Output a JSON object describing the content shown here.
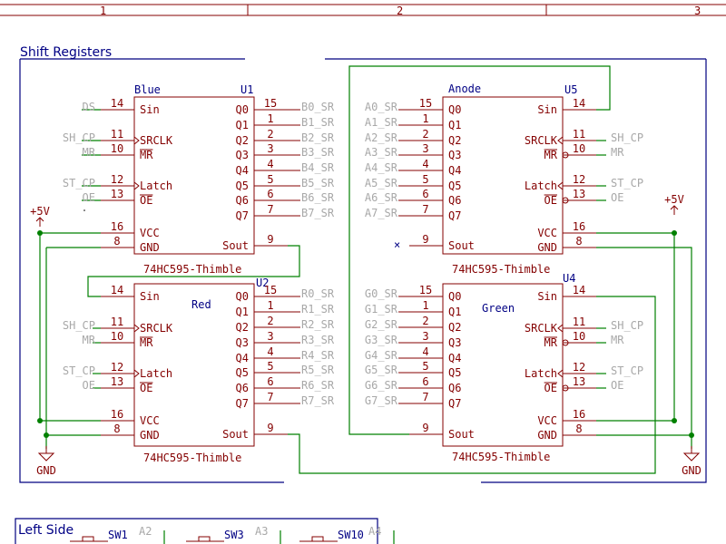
{
  "border": {
    "columns": [
      "1",
      "2",
      "3"
    ]
  },
  "sheet_title": "Shift Registers",
  "lower_sheet_title": "Left Side",
  "power": {
    "vcc": "+5V",
    "gnd": "GND"
  },
  "chips": {
    "U1": {
      "ref": "U1",
      "name": "Blue",
      "value": "74HC595-Thimble",
      "left_pins": [
        {
          "num": "14",
          "label": "Sin"
        },
        {
          "num": "11",
          "label": "SRCLK"
        },
        {
          "num": "10",
          "label": "MR"
        },
        {
          "num": "12",
          "label": "Latch"
        },
        {
          "num": "13",
          "label": "OE"
        },
        {
          "num": "16",
          "label": "VCC"
        },
        {
          "num": "8",
          "label": "GND"
        }
      ],
      "right_pins": [
        {
          "num": "15",
          "label": "Q0"
        },
        {
          "num": "1",
          "label": "Q1"
        },
        {
          "num": "2",
          "label": "Q2"
        },
        {
          "num": "3",
          "label": "Q3"
        },
        {
          "num": "4",
          "label": "Q4"
        },
        {
          "num": "5",
          "label": "Q5"
        },
        {
          "num": "6",
          "label": "Q6"
        },
        {
          "num": "7",
          "label": "Q7"
        },
        {
          "num": "9",
          "label": "Sout"
        }
      ],
      "input_labels": [
        "DS",
        "SH_CP",
        "MR",
        "ST_CP",
        "OE"
      ],
      "output_labels": [
        "B0_SR",
        "B1_SR",
        "B2_SR",
        "B3_SR",
        "B4_SR",
        "B5_SR",
        "B6_SR",
        "B7_SR"
      ]
    },
    "U2": {
      "ref": "U2",
      "name": "Red",
      "value": "74HC595-Thimble",
      "left_pins": [
        {
          "num": "14",
          "label": "Sin"
        },
        {
          "num": "11",
          "label": "SRCLK"
        },
        {
          "num": "10",
          "label": "MR"
        },
        {
          "num": "12",
          "label": "Latch"
        },
        {
          "num": "13",
          "label": "OE"
        },
        {
          "num": "16",
          "label": "VCC"
        },
        {
          "num": "8",
          "label": "GND"
        }
      ],
      "right_pins": [
        {
          "num": "15",
          "label": "Q0"
        },
        {
          "num": "1",
          "label": "Q1"
        },
        {
          "num": "2",
          "label": "Q2"
        },
        {
          "num": "3",
          "label": "Q3"
        },
        {
          "num": "4",
          "label": "Q4"
        },
        {
          "num": "5",
          "label": "Q5"
        },
        {
          "num": "6",
          "label": "Q6"
        },
        {
          "num": "7",
          "label": "Q7"
        },
        {
          "num": "9",
          "label": "Sout"
        }
      ],
      "input_labels": [
        "SH_CP",
        "MR",
        "ST_CP",
        "OE"
      ],
      "output_labels": [
        "R0_SR",
        "R1_SR",
        "R2_SR",
        "R3_SR",
        "R4_SR",
        "R5_SR",
        "R6_SR",
        "R7_SR"
      ]
    },
    "U5": {
      "ref": "U5",
      "name": "Anode",
      "value": "74HC595-Thimble",
      "left_pins": [
        {
          "num": "15",
          "label": "Q0"
        },
        {
          "num": "1",
          "label": "Q1"
        },
        {
          "num": "2",
          "label": "Q2"
        },
        {
          "num": "3",
          "label": "Q3"
        },
        {
          "num": "4",
          "label": "Q4"
        },
        {
          "num": "5",
          "label": "Q5"
        },
        {
          "num": "6",
          "label": "Q6"
        },
        {
          "num": "7",
          "label": "Q7"
        },
        {
          "num": "9",
          "label": "Sout"
        }
      ],
      "right_pins": [
        {
          "num": "14",
          "label": "Sin"
        },
        {
          "num": "11",
          "label": "SRCLK"
        },
        {
          "num": "10",
          "label": "MR"
        },
        {
          "num": "12",
          "label": "Latch"
        },
        {
          "num": "13",
          "label": "OE"
        },
        {
          "num": "16",
          "label": "VCC"
        },
        {
          "num": "8",
          "label": "GND"
        }
      ],
      "input_labels": [
        "SH_CP",
        "MR",
        "ST_CP",
        "OE"
      ],
      "output_labels": [
        "A0_SR",
        "A1_SR",
        "A2_SR",
        "A3_SR",
        "A4_SR",
        "A5_SR",
        "A6_SR",
        "A7_SR"
      ]
    },
    "U4": {
      "ref": "U4",
      "name": "Green",
      "value": "74HC595-Thimble",
      "left_pins": [
        {
          "num": "15",
          "label": "Q0"
        },
        {
          "num": "1",
          "label": "Q1"
        },
        {
          "num": "2",
          "label": "Q2"
        },
        {
          "num": "3",
          "label": "Q3"
        },
        {
          "num": "4",
          "label": "Q4"
        },
        {
          "num": "5",
          "label": "Q5"
        },
        {
          "num": "6",
          "label": "Q6"
        },
        {
          "num": "7",
          "label": "Q7"
        },
        {
          "num": "9",
          "label": "Sout"
        }
      ],
      "right_pins": [
        {
          "num": "14",
          "label": "Sin"
        },
        {
          "num": "11",
          "label": "SRCLK"
        },
        {
          "num": "10",
          "label": "MR"
        },
        {
          "num": "12",
          "label": "Latch"
        },
        {
          "num": "13",
          "label": "OE"
        },
        {
          "num": "16",
          "label": "VCC"
        },
        {
          "num": "8",
          "label": "GND"
        }
      ],
      "input_labels": [
        "SH_CP",
        "MR",
        "ST_CP",
        "OE"
      ],
      "output_labels": [
        "G0_SR",
        "G1_SR",
        "G2_SR",
        "G3_SR",
        "G4_SR",
        "G5_SR",
        "G6_SR",
        "G7_SR"
      ]
    }
  },
  "switches": [
    {
      "ref": "SW1",
      "net": "A2"
    },
    {
      "ref": "SW3",
      "net": "A3"
    },
    {
      "ref": "SW10",
      "net": "A4"
    }
  ],
  "colors": {
    "component": "#840000",
    "wire": "#008000",
    "sheet": "#000080",
    "net_label": "#a8a8a8"
  }
}
